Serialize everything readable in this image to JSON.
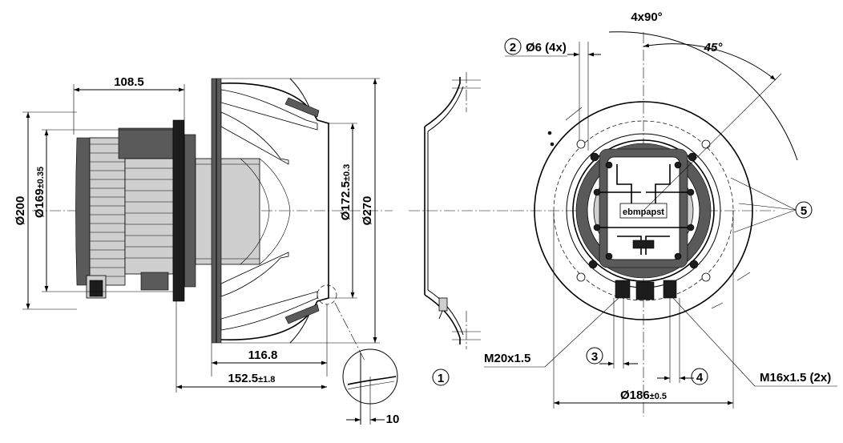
{
  "dimensions": {
    "hub_depth": "108.5",
    "motor_dia": "Ø200",
    "flange_dia": "Ø169",
    "flange_dia_tol": "±0.35",
    "inlet_dia": "Ø172.5",
    "inlet_dia_tol": "±0.3",
    "outer_dia": "Ø270",
    "impeller_depth": "116.8",
    "overall_depth": "152.5",
    "overall_depth_tol": "±1.8",
    "detail_gap": "10",
    "hole_angle": "4x90°",
    "offset_angle": "45°",
    "hole_label": "Ø6 (4x)",
    "bolt_circle": "Ø186",
    "bolt_circle_tol": "±0.5",
    "gland_large": "M20x1.5",
    "gland_small": "M16x1.5 (2x)"
  },
  "callouts": [
    "1",
    "2",
    "3",
    "4",
    "5"
  ],
  "logo_text": "ebmpapst"
}
